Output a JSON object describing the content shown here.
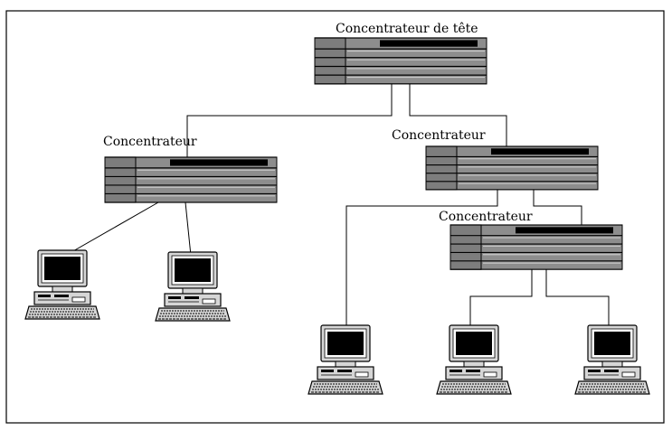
{
  "labels": {
    "head_hub": "Concentrateur de tête",
    "hub_left": "Concentrateur",
    "hub_right": "Concentrateur",
    "hub_sub": "Concentrateur"
  },
  "icons": {
    "hub": "hub-icon",
    "computer": "desktop-computer-icon"
  },
  "colors": {
    "line": "#000000",
    "hub_fill": "#8a8a8a",
    "hub_port": "#7a7a7a",
    "monitor_body": "#d8d8d8",
    "screen": "#000000"
  }
}
